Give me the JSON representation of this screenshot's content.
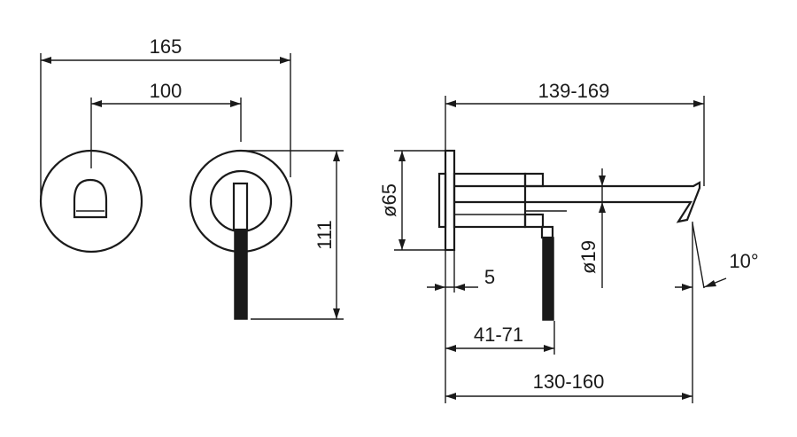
{
  "dimensions": {
    "front_overall_width": "165",
    "front_center_spacing": "100",
    "front_height": "111",
    "side_projection": "139-169",
    "plate_diameter": "ø65",
    "spout_diameter": "ø19",
    "plate_thickness": "5",
    "lever_offset": "41-71",
    "spout_reach": "130-160",
    "spout_angle": "10°"
  }
}
